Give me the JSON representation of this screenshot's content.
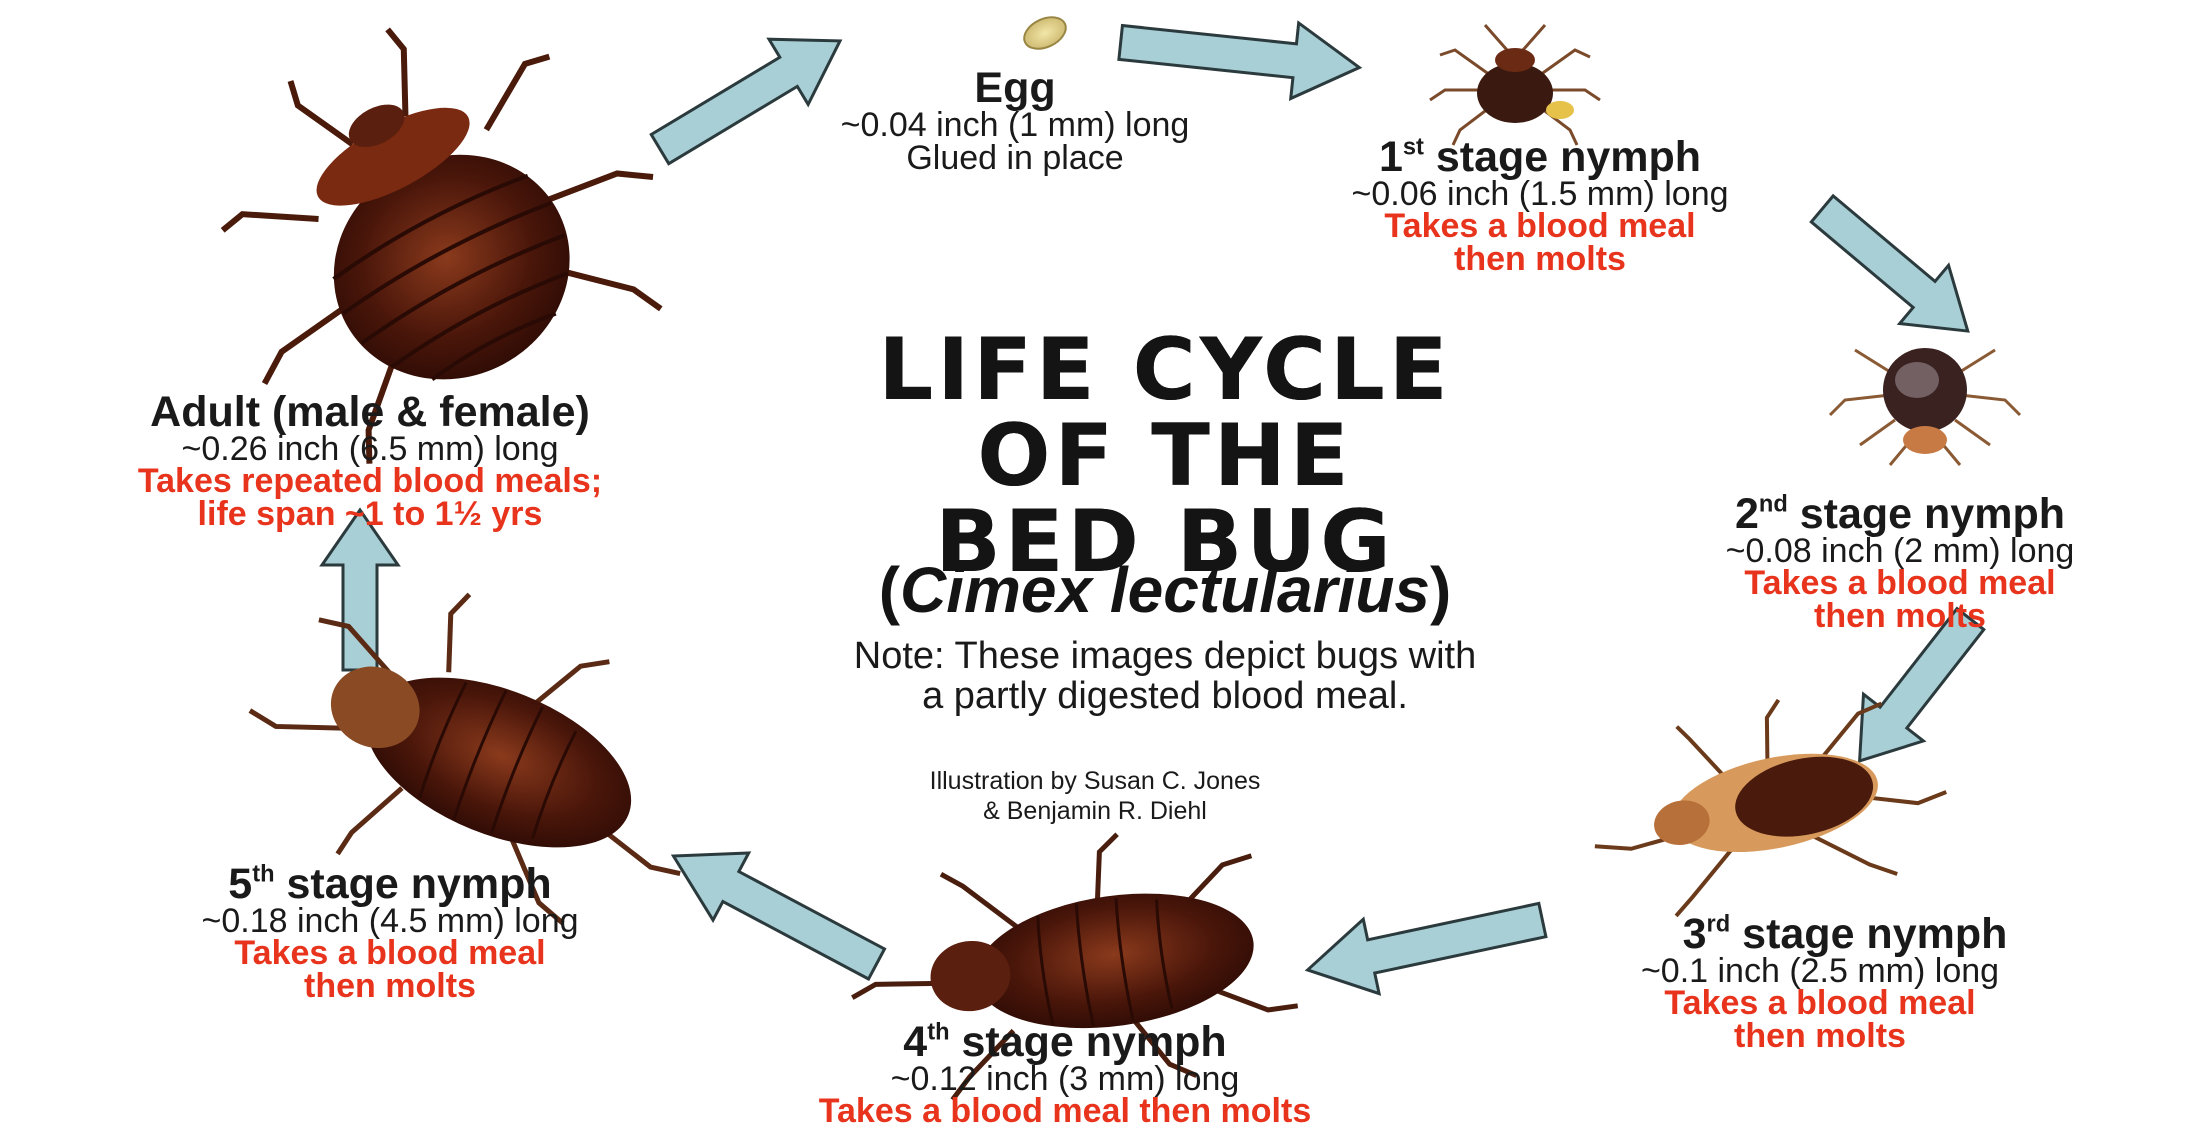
{
  "title": {
    "line1": "LIFE CYCLE",
    "line2": "OF THE",
    "line3": "BED BUG",
    "scientific_open": "(",
    "scientific_name": "Cimex lectularius",
    "scientific_close": ")"
  },
  "note": {
    "line1": "Note: These images depict bugs with",
    "line2": "a partly digested blood meal."
  },
  "credit": {
    "line1": "Illustration by Susan C. Jones",
    "line2": "& Benjamin R. Diehl"
  },
  "stages": {
    "egg": {
      "name": "Egg",
      "size": "~0.04 inch (1 mm) long",
      "desc": "Glued in place"
    },
    "nymph1": {
      "ordinal": "1",
      "suffix": "st",
      "name": " stage nymph",
      "size": "~0.06 inch (1.5 mm) long",
      "desc1": "Takes a blood meal",
      "desc2": "then molts"
    },
    "nymph2": {
      "ordinal": "2",
      "suffix": "nd",
      "name": " stage nymph",
      "size": "~0.08 inch (2 mm) long",
      "desc1": "Takes a blood meal",
      "desc2": "then molts"
    },
    "nymph3": {
      "ordinal": "3",
      "suffix": "rd",
      "name": " stage nymph",
      "size": "~0.1 inch (2.5 mm) long",
      "desc1": "Takes a blood meal",
      "desc2": "then molts"
    },
    "nymph4": {
      "ordinal": "4",
      "suffix": "th",
      "name": " stage nymph",
      "size": "~0.12 inch (3 mm) long",
      "desc1": "Takes a blood meal then molts"
    },
    "nymph5": {
      "ordinal": "5",
      "suffix": "th",
      "name": " stage nymph",
      "size": "~0.18 inch (4.5 mm) long",
      "desc1": "Takes a blood meal",
      "desc2": "then molts"
    },
    "adult": {
      "name": "Adult (male & female)",
      "size": "~0.26 inch (6.5 mm) long",
      "desc1": "Takes repeated blood meals;",
      "desc2": "life span ~1 to 1½ yrs"
    }
  },
  "colors": {
    "arrow_fill": "#a9cfd6",
    "arrow_stroke": "#2b3a3d",
    "highlight_text": "#e8341c",
    "bug_body": "#5a1f0e",
    "bug_light": "#c88a4a"
  }
}
